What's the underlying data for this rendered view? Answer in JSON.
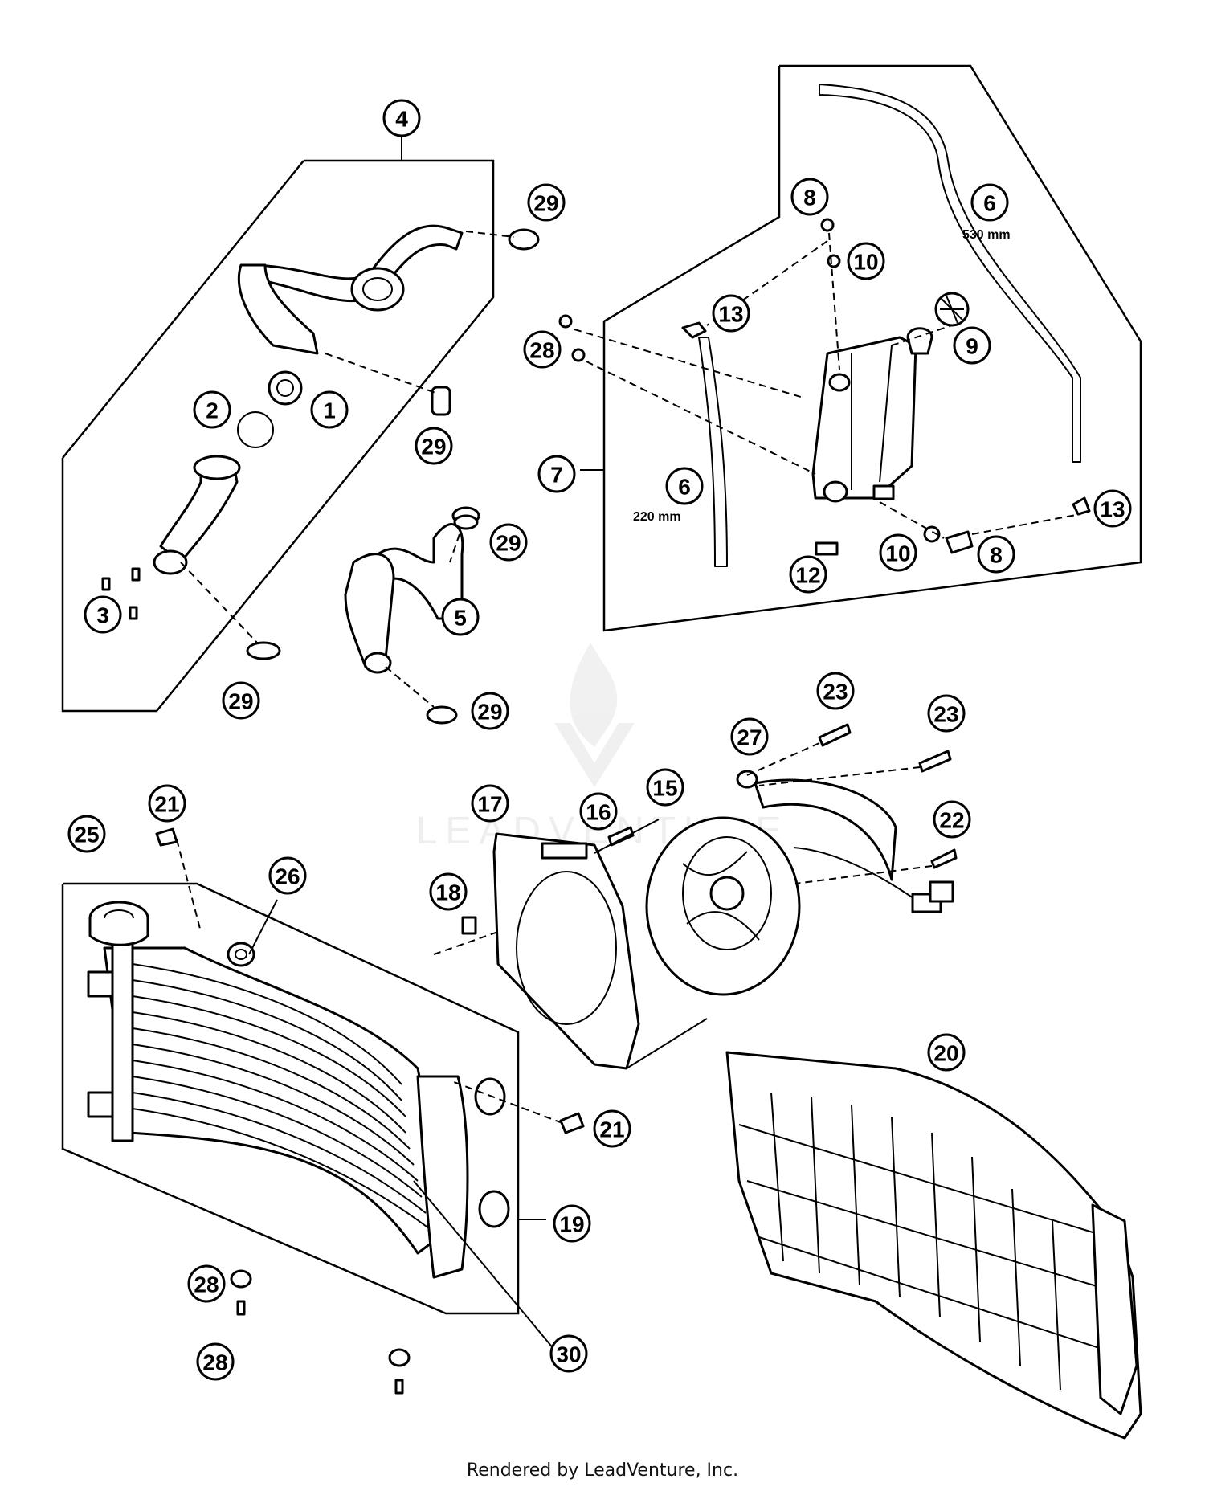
{
  "diagram": {
    "callouts": [
      "1",
      "2",
      "3",
      "4",
      "5",
      "6",
      "7",
      "8",
      "9",
      "10",
      "12",
      "13",
      "15",
      "16",
      "17",
      "18",
      "19",
      "20",
      "21",
      "22",
      "23",
      "25",
      "26",
      "27",
      "28",
      "29",
      "30"
    ],
    "dimensions": {
      "hose_long": "530 mm",
      "hose_short": "220 mm"
    },
    "watermark": "LEADVENTURE"
  },
  "footer": {
    "text": "Rendered by LeadVenture, Inc."
  }
}
